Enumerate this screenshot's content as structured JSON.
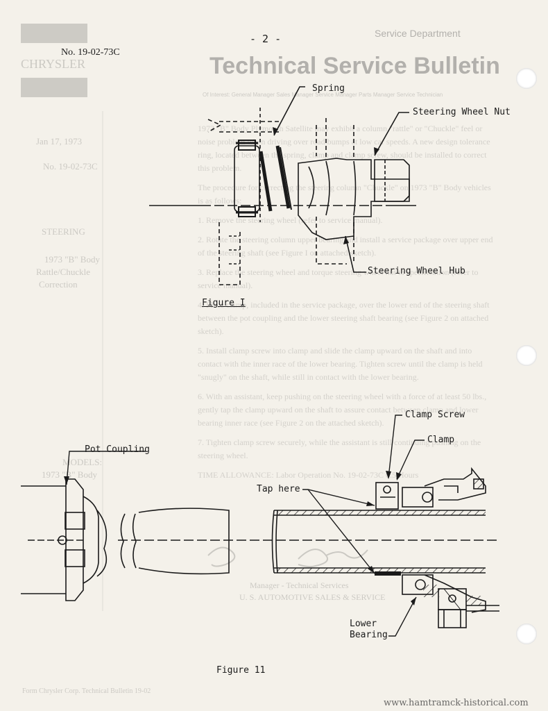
{
  "page_number": "- 2 -",
  "bulletin_number": "No. 19-02-73C",
  "labels": {
    "spring": "Spring",
    "steering_wheel_nut": "Steering Wheel Nut",
    "steering_wheel_hub": "Steering Wheel Hub",
    "figure1": "Figure I",
    "clamp_screw": "Clamp Screw",
    "clamp": "Clamp",
    "pot_coupling": "Pot Coupling",
    "tap_here": "Tap here",
    "lower_bearing_1": "Lower",
    "lower_bearing_2": "Bearing",
    "figure2": "Figure 11"
  },
  "bleed_through": {
    "department": "Service Department",
    "title": "Technical Service Bulletin",
    "routing": "Of Interest: General Manager  Sales Manager  Service Manager  Parts Manager  Service Technician",
    "side_date": "Jan 17, 1973",
    "side_number": "No. 19-02-73C",
    "side_subject": "STEERING",
    "side_desc_1": "1973 \"B\" Body",
    "side_desc_2": "Rattle/Chuckle",
    "side_desc_3": "Correction",
    "side_models_1": "MODELS:",
    "side_models_2": "1973 \"B\" Body",
    "para1": "1973 \"B\" Body Plymouth Satellite may exhibit a column \"rattle\" or \"Chuckle\" feel or noise problem when driving over road bumps at low car speeds. A new design tolerance ring, located between the spring, clamp and clamp screw, should be installed to correct this problem.",
    "para2": "The procedure for correcting the steering column \"Chuckle\" on 1973 \"B\" Body vehicles is as follows:",
    "step1": "1. Remove the steering wheel (refer to service manual).",
    "step2": "2. Rotate the steering column upper bearing and install a service package over upper end of the steering shaft (see Figure I on attached sketch).",
    "step3": "3. Replace the steering wheel and torque steering wheel nut to specification (refer to service manual).",
    "step4": "4. Place clamp, included in the service package, over the lower end of the steering shaft between the pot coupling and the lower steering shaft bearing (see Figure 2 on attached sketch).",
    "step5": "5. Install clamp screw into clamp and slide the clamp upward on the shaft and into contact with the inner race of the lower bearing. Tighten screw until the clamp is held \"snugly\" on the shaft, while still in contact with the lower bearing.",
    "step6": "6. With an assistant, keep pushing on the steering wheel with a force of at least 50 lbs., gently tap the clamp upward on the shaft to assure contact between clamp and lower bearing inner race (see Figure 2 on the attached sketch).",
    "step7": "7. Tighten clamp screw securely, while the assistant is still continuing pushing on the steering wheel.",
    "time": "TIME ALLOWANCE: Labor Operation No. 19-02-73C   0.5 Hours",
    "sign_title": "Manager - Technical Services",
    "sign_org": "U. S. AUTOMOTIVE SALES & SERVICE",
    "footer": "Form Chrysler Corp. Technical Bulletin 19-02"
  },
  "watermark": "www.hamtramck-historical.com"
}
